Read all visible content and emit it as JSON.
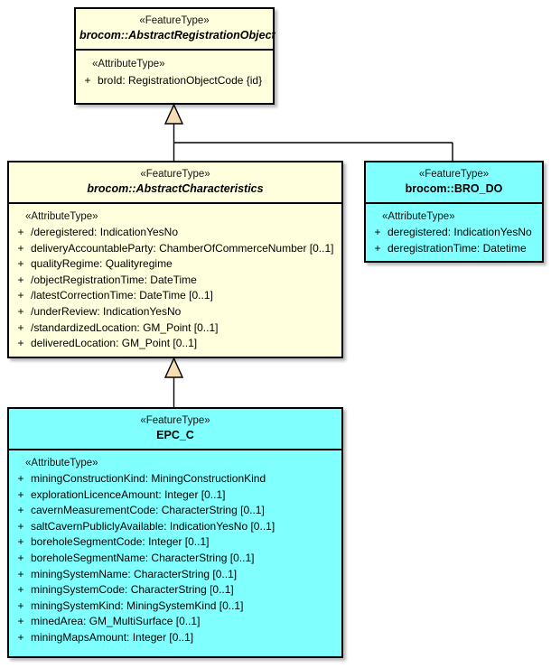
{
  "diagram": {
    "type": "uml-class-diagram",
    "title": "",
    "background_color": "#ffffff",
    "colors": {
      "abstract_fill": "#ffffdd",
      "concrete_fill": "#80ffff",
      "border": "#000000",
      "generalization_arrow_fill": "#f5deb3",
      "line": "#000000"
    }
  },
  "classes": [
    {
      "id": "abstract-registration-object",
      "stereotype": "«FeatureType»",
      "name": "brocom::AbstractRegistrationObject",
      "is_abstract": true,
      "fill": "#ffffdd",
      "compartment_stereotype": "«AttributeType»",
      "attributes": [
        {
          "visibility": "+",
          "text": "broId: RegistrationObjectCode {id}"
        }
      ]
    },
    {
      "id": "abstract-characteristics",
      "stereotype": "«FeatureType»",
      "name": "brocom::AbstractCharacteristics",
      "is_abstract": true,
      "fill": "#ffffdd",
      "compartment_stereotype": "«AttributeType»",
      "attributes": [
        {
          "visibility": "+",
          "text": "/deregistered: IndicationYesNo"
        },
        {
          "visibility": "+",
          "text": "deliveryAccountableParty: ChamberOfCommerceNumber [0..1]"
        },
        {
          "visibility": "+",
          "text": "qualityRegime: Qualityregime"
        },
        {
          "visibility": "+",
          "text": "/objectRegistrationTime: DateTime"
        },
        {
          "visibility": "+",
          "text": "/latestCorrectionTime: DateTime [0..1]"
        },
        {
          "visibility": "+",
          "text": "/underReview: IndicationYesNo"
        },
        {
          "visibility": "+",
          "text": "/standardizedLocation: GM_Point [0..1]"
        },
        {
          "visibility": "+",
          "text": "deliveredLocation: GM_Point [0..1]"
        }
      ]
    },
    {
      "id": "bro-do",
      "stereotype": "«FeatureType»",
      "name": "brocom::BRO_DO",
      "is_abstract": false,
      "fill": "#80ffff",
      "compartment_stereotype": "«AttributeType»",
      "attributes": [
        {
          "visibility": "+",
          "text": "deregistered: IndicationYesNo"
        },
        {
          "visibility": "+",
          "text": "deregistrationTime: Datetime"
        }
      ]
    },
    {
      "id": "epc-c",
      "stereotype": "«FeatureType»",
      "name": "EPC_C",
      "is_abstract": false,
      "fill": "#80ffff",
      "compartment_stereotype": "«AttributeType»",
      "attributes": [
        {
          "visibility": "+",
          "text": "miningConstructionKind: MiningConstructionKind"
        },
        {
          "visibility": "+",
          "text": "explorationLicenceAmount: Integer [0..1]"
        },
        {
          "visibility": "+",
          "text": "cavernMeasurementCode: CharacterString [0..1]"
        },
        {
          "visibility": "+",
          "text": "saltCavernPubliclyAvailable: IndicationYesNo [0..1]"
        },
        {
          "visibility": "+",
          "text": "boreholeSegmentCode: Integer [0..1]"
        },
        {
          "visibility": "+",
          "text": "boreholeSegmentName: CharacterString [0..1]"
        },
        {
          "visibility": "+",
          "text": "miningSystemName: CharacterString [0..1]"
        },
        {
          "visibility": "+",
          "text": "miningSystemCode: CharacterString [0..1]"
        },
        {
          "visibility": "+",
          "text": "miningSystemKind: MiningSystemKind [0..1]"
        },
        {
          "visibility": "+",
          "text": "minedArea: GM_MultiSurface [0..1]"
        },
        {
          "visibility": "+",
          "text": "miningMapsAmount: Integer [0..1]"
        }
      ]
    }
  ],
  "relationships": [
    {
      "id": "gen-characteristics-to-registration",
      "type": "generalization",
      "from": "abstract-characteristics",
      "to": "abstract-registration-object",
      "label": ""
    },
    {
      "id": "gen-brodo-to-registration",
      "type": "generalization",
      "from": "bro-do",
      "to": "abstract-registration-object",
      "label": ""
    },
    {
      "id": "gen-epcc-to-characteristics",
      "type": "generalization",
      "from": "epc-c",
      "to": "abstract-characteristics",
      "label": ""
    }
  ]
}
